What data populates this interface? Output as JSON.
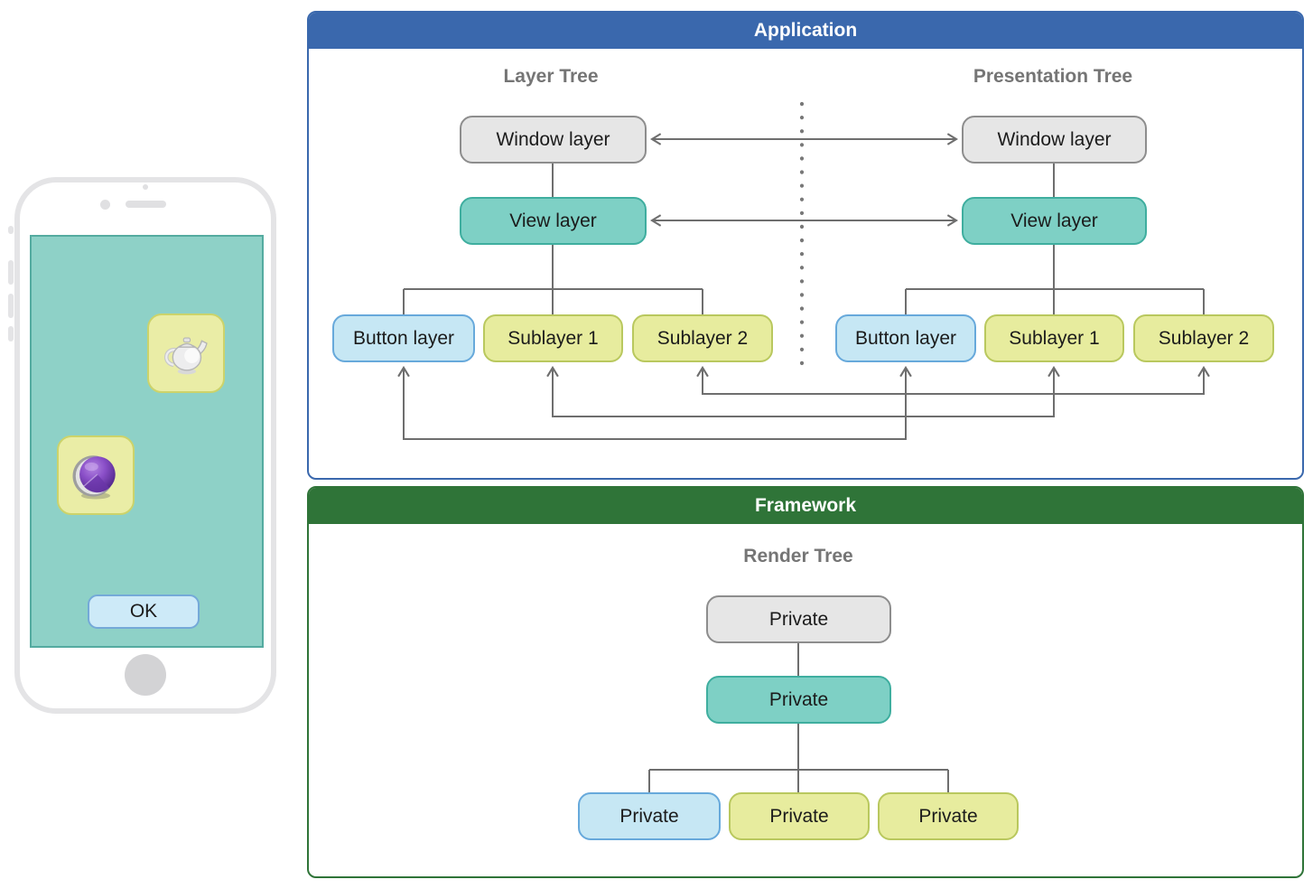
{
  "phone": {
    "ok_button": "OK",
    "icons": [
      "teapot-icon",
      "sphere-icon"
    ]
  },
  "application": {
    "title": "Application",
    "layer_tree": {
      "label": "Layer Tree",
      "window": "Window layer",
      "view": "View layer",
      "button": "Button layer",
      "sublayer1": "Sublayer 1",
      "sublayer2": "Sublayer 2"
    },
    "presentation_tree": {
      "label": "Presentation Tree",
      "window": "Window layer",
      "view": "View layer",
      "button": "Button layer",
      "sublayer1": "Sublayer 1",
      "sublayer2": "Sublayer 2"
    }
  },
  "framework": {
    "title": "Framework",
    "render_tree": {
      "label": "Render Tree",
      "root": "Private",
      "child": "Private",
      "leaf1": "Private",
      "leaf2": "Private",
      "leaf3": "Private"
    }
  },
  "colors": {
    "application_header": "#3a68ad",
    "framework_header": "#2f7438",
    "node_gray": "#e6e6e6",
    "node_teal": "#7ed0c5",
    "node_blue": "#c6e7f4",
    "node_yellow": "#e7ec9e",
    "screen_teal": "#8ed1c7",
    "tile_yellow": "#eaeda6",
    "connector_gray": "#6e6e6e"
  }
}
